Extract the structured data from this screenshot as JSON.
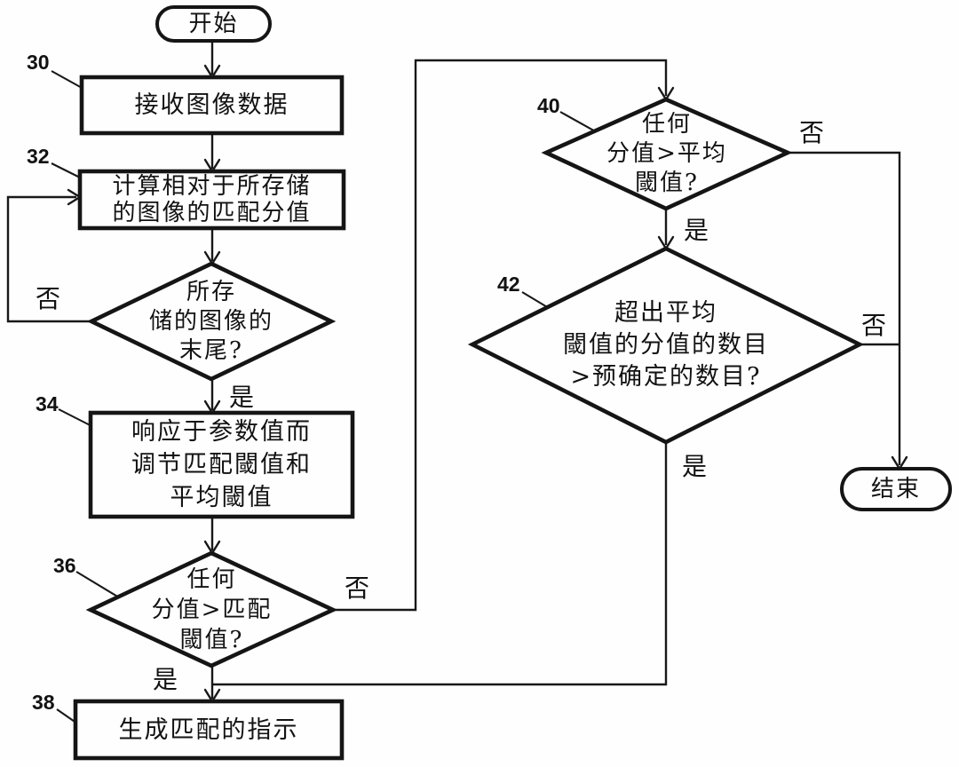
{
  "diagram": {
    "kind": "patent-flowchart",
    "nodes": {
      "start": {
        "label": "开始"
      },
      "box30": {
        "ref": "30",
        "label": "接收图像数据"
      },
      "box32": {
        "ref": "32",
        "label": "计算相对于所存储\n的图像的匹配分值"
      },
      "d_end": {
        "label": "所存\n储的图像的\n末尾?"
      },
      "box34": {
        "ref": "34",
        "label": "响应于参数值而\n调节匹配閾值和\n平均閾值"
      },
      "d36": {
        "ref": "36",
        "label": "任何\n分值>匹配\n閾值?"
      },
      "box38": {
        "ref": "38",
        "label": "生成匹配的指示"
      },
      "d40": {
        "ref": "40",
        "label": "任何\n分值>平均\n閾值?"
      },
      "d42": {
        "ref": "42",
        "label": "超出平均\n閾值的分值的数目\n>预确定的数目?"
      },
      "end": {
        "label": "结束"
      }
    },
    "branches": {
      "d_end_no": "否",
      "d_end_yes": "是",
      "d36_no": "否",
      "d36_yes": "是",
      "d40_no": "否",
      "d40_yes": "是",
      "d42_no": "否",
      "d42_yes": "是"
    },
    "colors": {
      "ink": "#151515",
      "paper": "#fefefe"
    }
  }
}
